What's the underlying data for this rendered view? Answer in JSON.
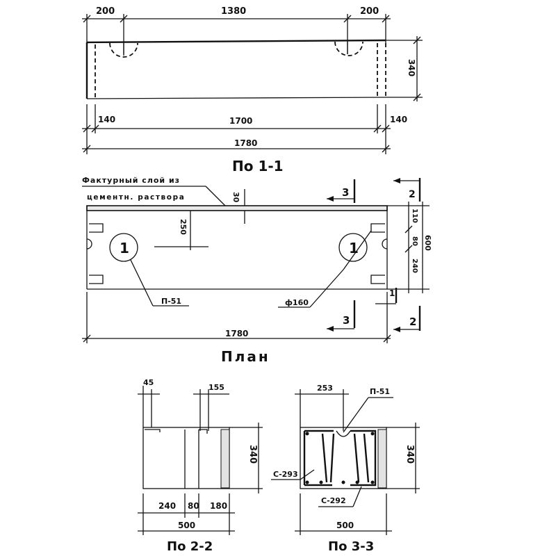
{
  "section_1_1": {
    "dims_top": [
      "200",
      "1380",
      "200"
    ],
    "dim_height": "340",
    "dims_bottom": [
      "140",
      "1700",
      "140"
    ],
    "dim_total": "1780",
    "title": "По 1-1"
  },
  "plan": {
    "note_line1": "Фактурный слой из",
    "note_line2": "цементн. раствора",
    "dim_layer": "30",
    "dim_250": "250",
    "dims_right": [
      "110",
      "80",
      "240"
    ],
    "dim_600": "600",
    "circle_marker": "1",
    "callout_p51": "П-51",
    "callout_phi": "ф160",
    "section_mark_3": "3",
    "section_mark_2": "2",
    "section_mark_1": "1",
    "dim_total": "1780",
    "title": "План"
  },
  "section_2_2": {
    "dim_45": "45",
    "dim_155": "155",
    "dim_height": "340",
    "dims_bottom": [
      "240",
      "80",
      "180"
    ],
    "dim_total": "500",
    "title": "По 2-2"
  },
  "section_3_3": {
    "dim_253": "253",
    "callout_p51": "П-51",
    "dim_height": "340",
    "callout_s293": "С-293",
    "callout_s292": "С-292",
    "dim_total": "500",
    "title": "По 3-3"
  }
}
